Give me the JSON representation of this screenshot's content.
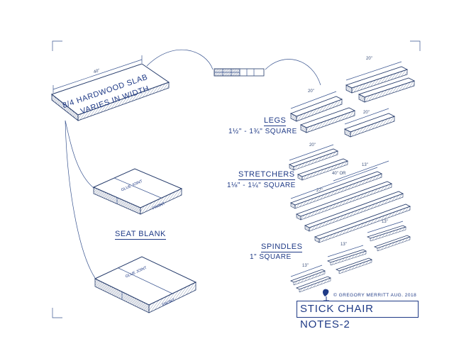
{
  "slab": {
    "line1": "8/4 HARDWOOD SLAB",
    "line2": "VARIES IN WIDTH",
    "length_dim": "40\""
  },
  "seat_blank": {
    "label": "SEAT BLANK",
    "stamp_top_upper": "GLUE JOINT",
    "stamp_top_lower": "GLUE JOINT",
    "stamp_front_upper": "FRONT",
    "stamp_front_lower": "FRONT"
  },
  "legs": {
    "label": "LEGS",
    "size": "1½\" - 1¾\" SQUARE",
    "dims": [
      "20\"",
      "20\"",
      "20\""
    ]
  },
  "stretchers": {
    "label": "STRETCHERS",
    "size": "1⅛\" - 1¼\" SQUARE",
    "dims": [
      "20\"",
      "40\" OR",
      "13\"",
      "27\""
    ]
  },
  "spindles": {
    "label": "SPINDLES",
    "size": "1\" SQUARE",
    "dims": [
      "13\"",
      "13\"",
      "13\""
    ]
  },
  "footer": {
    "copyright": "© GREGORY MERRITT  AUG. 2018",
    "title": "STICK CHAIR NOTES-2"
  },
  "colors": {
    "ink": "#243a6a",
    "lettering": "#1f3a86",
    "paper": "#ffffff"
  }
}
